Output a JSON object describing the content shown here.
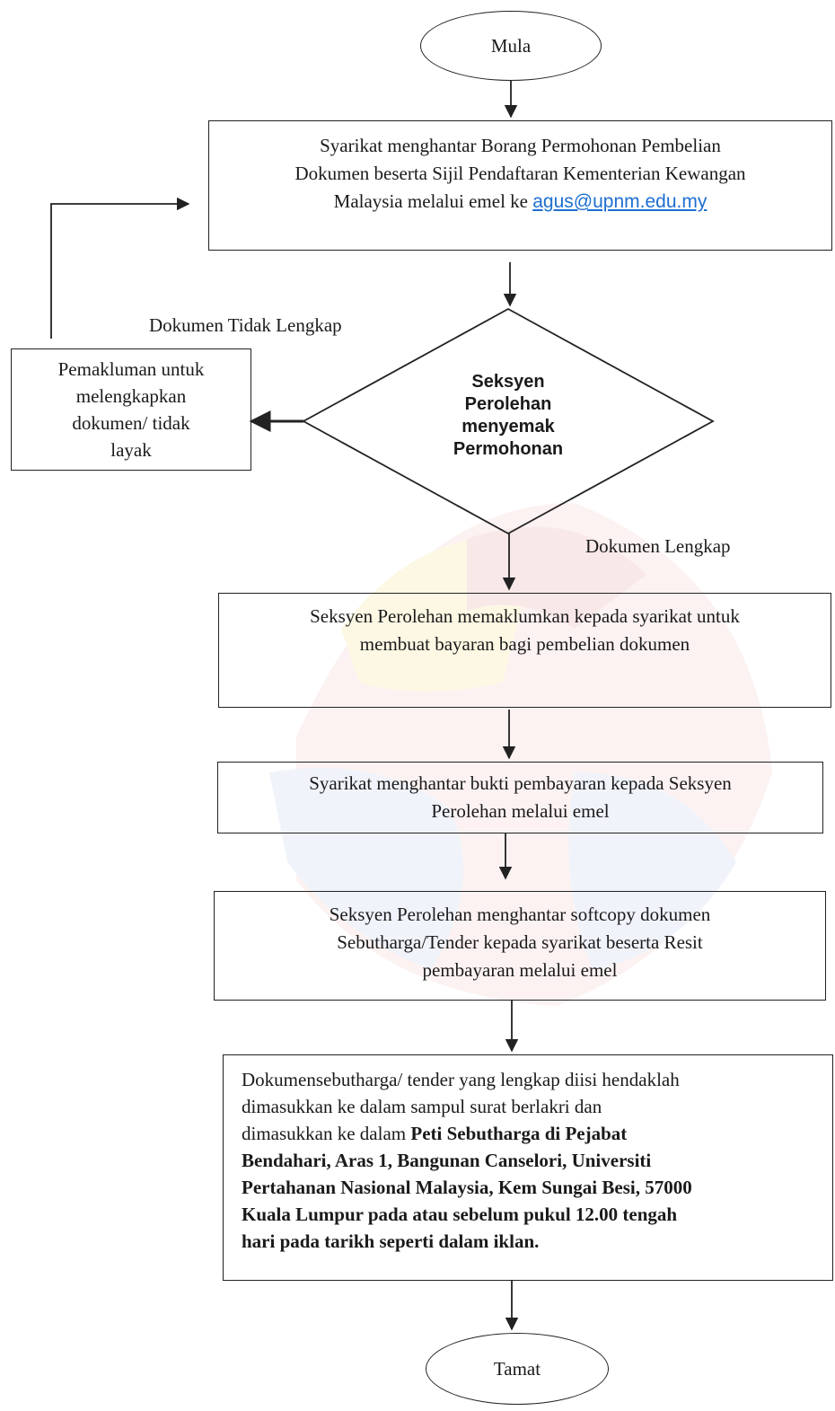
{
  "start": {
    "label": "Mula"
  },
  "end": {
    "label": "Tamat"
  },
  "step1": {
    "line1": "Syarikat menghantar Borang Permohonan Pembelian",
    "line2": "Dokumen beserta Sijil Pendaftaran Kementerian Kewangan",
    "line3_prefix": "Malaysia melalui emel ke ",
    "email": "agus@upnm.edu.my"
  },
  "decision": {
    "line1": "Seksyen",
    "line2": "Perolehan",
    "line3": "menyemak",
    "line4": "Permohonan"
  },
  "edge_incomplete": "Dokumen Tidak Lengkap",
  "edge_complete": "Dokumen Lengkap",
  "notice": {
    "line1": "Pemakluman untuk",
    "line2": "melengkapkan",
    "line3": "dokumen/ tidak",
    "line4": "layak"
  },
  "step2": {
    "line1": "Seksyen Perolehan memaklumkan kepada syarikat untuk",
    "line2": "membuat bayaran bagi pembelian dokumen"
  },
  "step3": {
    "line1": "Syarikat menghantar bukti pembayaran kepada Seksyen",
    "line2": "Perolehan melalui emel"
  },
  "step4": {
    "line1": "Seksyen Perolehan menghantar softcopy dokumen",
    "line2": "Sebutharga/Tender kepada syarikat beserta Resit",
    "line3": "pembayaran melalui emel"
  },
  "step5": {
    "line1": "Dokumensebutharga/ tender yang lengkap diisi hendaklah",
    "line2": "dimasukkan ke dalam sampul surat berlakri dan",
    "line3_plain": "dimasukkan ke dalam ",
    "line3_bold": "Peti Sebutharga di Pejabat",
    "line4": "Bendahari, Aras 1, Bangunan Canselori, Universiti",
    "line5": "Pertahanan Nasional Malaysia, Kem Sungai Besi, 57000",
    "line6": "Kuala Lumpur pada atau sebelum pukul 12.00 tengah",
    "line7": "hari pada tarikh seperti dalam iklan."
  },
  "colors": {
    "line": "#222222",
    "link": "#1d6fd1"
  }
}
